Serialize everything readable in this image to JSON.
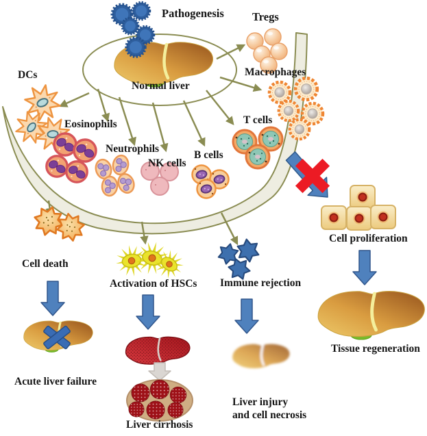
{
  "labels": {
    "pathogenesis": "Pathogenesis",
    "tregs": "Tregs",
    "normal_liver": "Normal liver",
    "macrophages": "Macrophages",
    "dcs": "DCs",
    "t_cells": "T cells",
    "eosinophils": "Eosinophils",
    "neutrophils": "Neutrophils",
    "nk_cells": "NK cells",
    "b_cells": "B cells",
    "cell_death": "Cell death",
    "activation_hscs": "Activation of HSCs",
    "immune_rejection": "Immune rejection",
    "cell_proliferation": "Cell proliferation",
    "acute_liver_failure": "Acute liver failure",
    "liver_cirrhosis": "Liver cirrhosis",
    "liver_injury_line1": "Liver injury",
    "liver_injury_line2": "and cell necrosis",
    "tissue_regeneration": "Tissue regeneration"
  },
  "colors": {
    "arrow_olive": "#8a8c52",
    "arrow_blue": "#4f81bd",
    "cross_red": "#ec1b24",
    "pathogen_blue": "#2e5e9d",
    "band_fill": "#eeede1",
    "liver_gold": "#d99c40",
    "cirrhosis_red": "#a5161d",
    "hsc_yellow": "#e8e226"
  }
}
